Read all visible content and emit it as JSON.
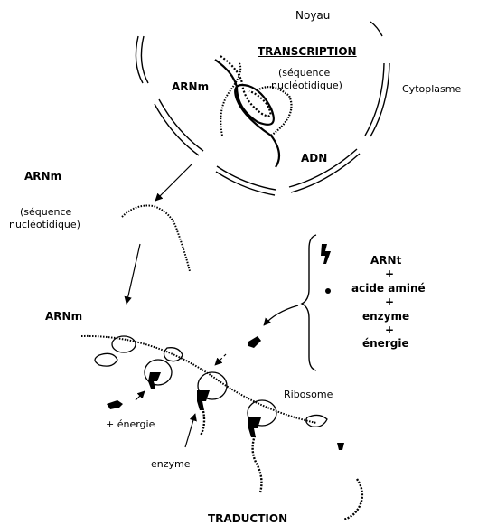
{
  "labels": {
    "noyau": "Noyau",
    "transcription": "TRANSCRIPTION",
    "seq_nuc_1a": "(séquence",
    "seq_nuc_1b": "nucléotidique)",
    "cytoplasme": "Cytoplasme",
    "arnm_top": "ARNm",
    "adn": "ADN",
    "arnm_mid": "ARNm",
    "seq_nuc_2a": "(séquence",
    "seq_nuc_2b": "nucléotidique)",
    "arnt": "ARNt",
    "plus1": "+",
    "acide_amine": "acide aminé",
    "plus2": "+",
    "enzyme_r": "enzyme",
    "plus3": "+",
    "energie_r": "énergie",
    "arnm_low": "ARNm",
    "ribosome": "Ribosome",
    "plus_energie": "+ énergie",
    "enzyme_b": "enzyme",
    "traduction": "TRADUCTION"
  }
}
